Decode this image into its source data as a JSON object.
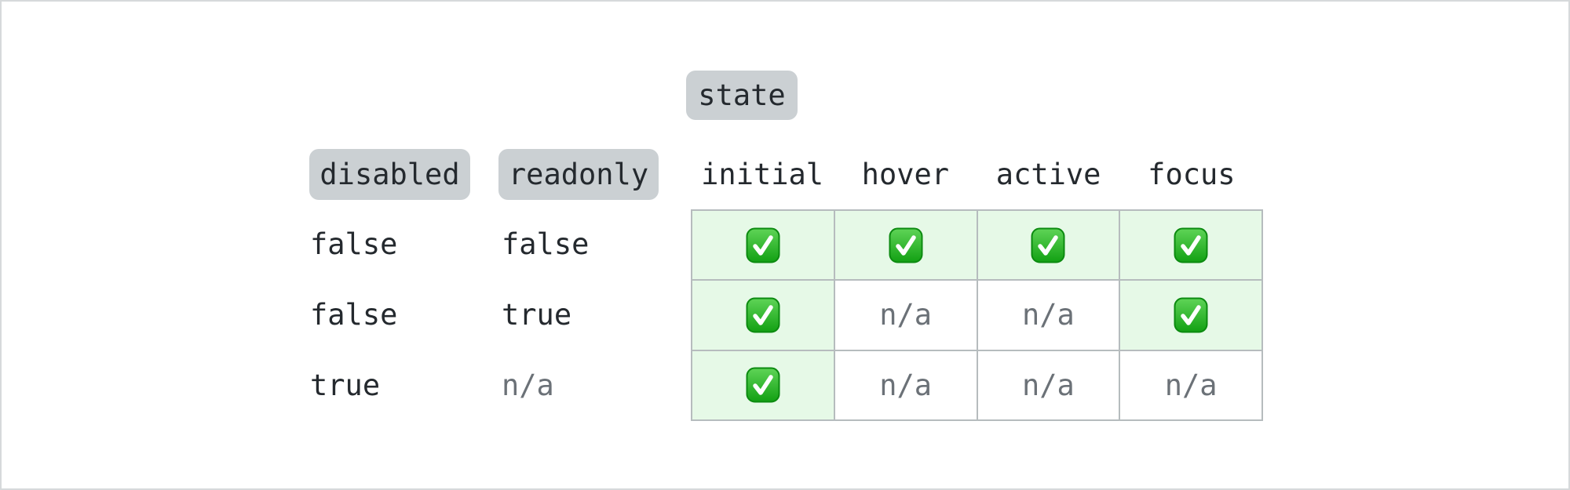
{
  "legend": {
    "state_badge": "state",
    "disabled_badge": "disabled",
    "readonly_badge": "readonly"
  },
  "columns": [
    "initial",
    "hover",
    "active",
    "focus"
  ],
  "rows": [
    {
      "disabled": "false",
      "readonly": "false",
      "cells": [
        "check",
        "check",
        "check",
        "check"
      ]
    },
    {
      "disabled": "false",
      "readonly": "true",
      "cells": [
        "check",
        "n/a",
        "n/a",
        "check"
      ]
    },
    {
      "disabled": "true",
      "readonly": "n/a",
      "cells": [
        "check",
        "n/a",
        "n/a",
        "n/a"
      ]
    }
  ],
  "icons": {
    "check_cell_icon": "green-check-icon"
  },
  "colors": {
    "text": "#24292e",
    "na_text": "#6b7177",
    "badge_bg": "#cbd0d3",
    "cell_green_bg": "#e6f9e7",
    "grid_border": "#b6bcbe",
    "frame_border": "#d6d9db",
    "check_green_top": "#5fd457",
    "check_green_bottom": "#12a013",
    "check_green_edge": "#0c8a10"
  }
}
